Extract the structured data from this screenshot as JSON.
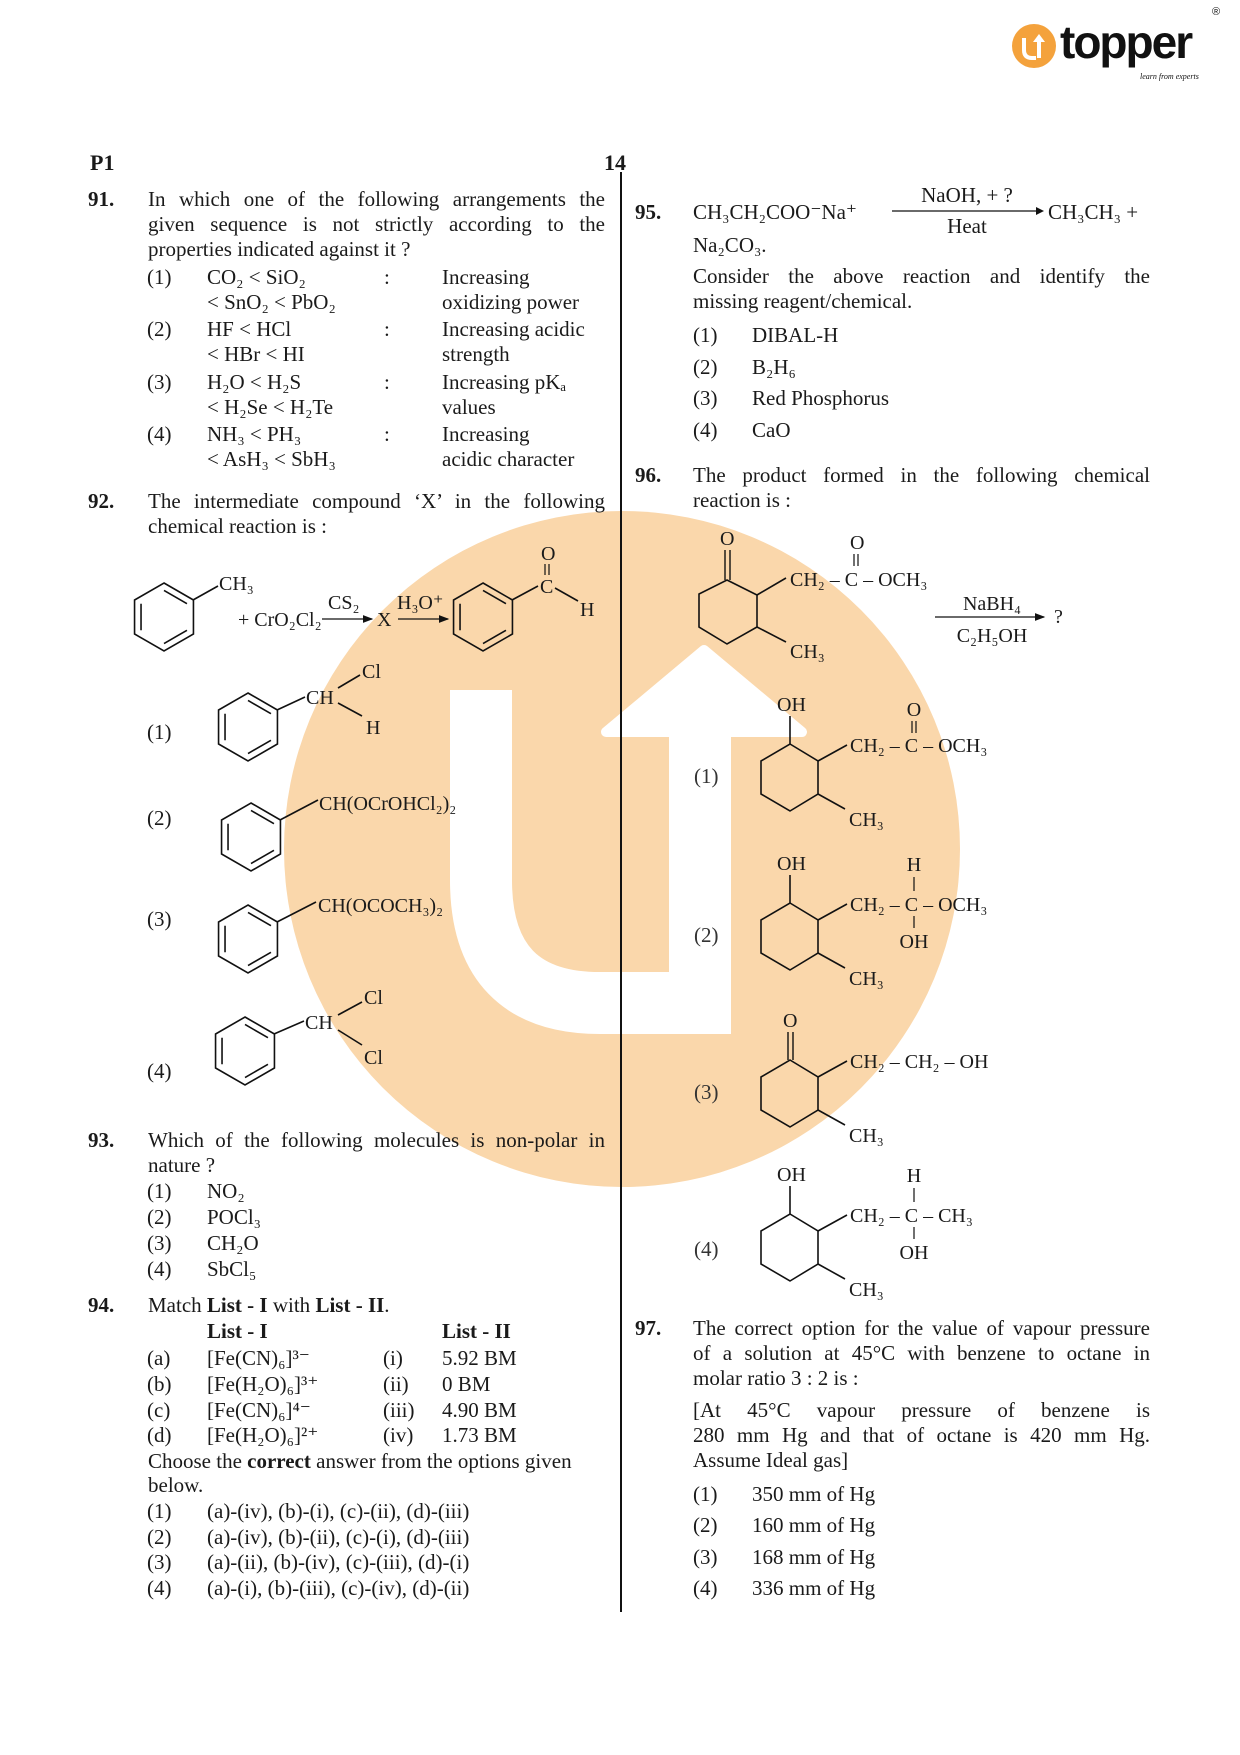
{
  "header": {
    "code": "P1",
    "page": "14"
  },
  "logo": {
    "brand": "topper",
    "tagline": "learn from experts",
    "registered": "®",
    "accent": "#f4a23c"
  },
  "watermark_color": "#fad7ab",
  "q91": {
    "number": "91.",
    "lines": [
      "In which one of the following arrangements the",
      "given sequence is not strictly according to the",
      "properties indicated against it ?"
    ],
    "options": [
      {
        "label": "(1)",
        "formula": [
          "CO₂ < SiO₂",
          "< SnO₂ < PbO₂"
        ],
        "property": [
          "Increasing",
          "oxidizing power"
        ]
      },
      {
        "label": "(2)",
        "formula": [
          "HF < HCl",
          "< HBr < HI"
        ],
        "property": [
          "Increasing acidic",
          "strength"
        ]
      },
      {
        "label": "(3)",
        "formula": [
          "H₂O < H₂S",
          " < H₂Se < H₂Te"
        ],
        "property": [
          "Increasing pKₐ",
          "values"
        ]
      },
      {
        "label": "(4)",
        "formula": [
          "NH₃ < PH₃",
          "< AsH₃ < SbH₃"
        ],
        "property": [
          "Increasing",
          "acidic character"
        ]
      }
    ],
    "colon": ":"
  },
  "q92": {
    "number": "92.",
    "lines": [
      "The intermediate compound ‘X’ in the following",
      "chemical reaction is :"
    ],
    "reaction": {
      "substituent": "CH₃",
      "reagent": "+ CrO₂Cl₂",
      "condition1": "CS₂",
      "intermediate": "X",
      "condition2": "H₃O⁺",
      "product_o": "O",
      "product_c": "C",
      "product_h": "H"
    },
    "options": [
      {
        "label": "(1)",
        "ch": "CH",
        "top": "Cl",
        "bottom": "H"
      },
      {
        "label": "(2)",
        "group": "CH(OCrOHCl₂)₂"
      },
      {
        "label": "(3)",
        "group": "CH(OCOCH₃)₂"
      },
      {
        "label": "(4)",
        "ch": "CH",
        "top": "Cl",
        "bottom": "Cl"
      }
    ]
  },
  "q93": {
    "number": "93.",
    "lines": [
      "Which of the following molecules is non-polar in",
      "nature ?"
    ],
    "options": [
      {
        "label": "(1)",
        "text": "NO₂"
      },
      {
        "label": "(2)",
        "text": "POCl₃"
      },
      {
        "label": "(3)",
        "text": "CH₂O"
      },
      {
        "label": "(4)",
        "text": "SbCl₅"
      }
    ]
  },
  "q94": {
    "number": "94.",
    "intro_pre": "Match ",
    "intro_list1": "List - I",
    "intro_mid": " with ",
    "intro_list2": "List - II",
    "intro_end": ".",
    "list1_head": "List - I",
    "list2_head": "List - II",
    "rows": [
      {
        "l1": "(a)",
        "v1": "[Fe(CN)₆]³⁻",
        "l2": "(i)",
        "v2": "5.92 BM"
      },
      {
        "l1": "(b)",
        "v1": "[Fe(H₂O)₆]³⁺",
        "l2": "(ii)",
        "v2": "0 BM"
      },
      {
        "l1": "(c)",
        "v1": "[Fe(CN)₆]⁴⁻",
        "l2": "(iii)",
        "v2": "4.90 BM"
      },
      {
        "l1": "(d)",
        "v1": "[Fe(H₂O)₆]²⁺",
        "l2": "(iv)",
        "v2": "1.73 BM"
      }
    ],
    "choose_pre": "Choose the ",
    "choose_bold": "correct",
    "choose_post": " answer from the  options given",
    "choose_line2": "below.",
    "options": [
      {
        "label": "(1)",
        "text": "(a)-(iv), (b)-(i), (c)-(ii), (d)-(iii)"
      },
      {
        "label": "(2)",
        "text": "(a)-(iv), (b)-(ii), (c)-(i), (d)-(iii)"
      },
      {
        "label": "(3)",
        "text": "(a)-(ii), (b)-(iv), (c)-(iii), (d)-(i)"
      },
      {
        "label": "(4)",
        "text": "(a)-(i), (b)-(iii), (c)-(iv), (d)-(ii)"
      }
    ]
  },
  "q95": {
    "number": "95.",
    "reactant": "CH₃CH₂COO⁻Na⁺",
    "above_arrow": "NaOH, + ?",
    "below_arrow": "Heat",
    "product": "CH₃CH₃ +",
    "product2": "Na₂CO₃.",
    "lines": [
      "Consider the above reaction and identify the",
      "missing reagent/chemical."
    ],
    "options": [
      {
        "label": "(1)",
        "text": "DIBAL-H"
      },
      {
        "label": "(2)",
        "text": "B₂H₆"
      },
      {
        "label": "(3)",
        "text": "Red Phosphorus"
      },
      {
        "label": "(4)",
        "text": "CaO"
      }
    ]
  },
  "q96": {
    "number": "96.",
    "lines": [
      "The product formed in the following chemical",
      "reaction is :"
    ],
    "reactant": {
      "ketone_o": "O",
      "chain": "CH₂ – C – OCH₃",
      "carbonyl_o": "O",
      "methyl": "CH₃"
    },
    "reagent_top": "NaBH₄",
    "reagent_bottom": "C₂H₅OH",
    "result": "?",
    "options": [
      {
        "label": "(1)",
        "ring_group": "OH",
        "chain": "CH₂ – C – OCH₃",
        "above": "O",
        "methyl": "CH₃"
      },
      {
        "label": "(2)",
        "ring_group": "OH",
        "chain": "CH₂ – C – OCH₃",
        "above": "H",
        "below": "OH",
        "methyl": "CH₃"
      },
      {
        "label": "(3)",
        "ring_group": "O",
        "chain": "CH₂ – CH₂ – OH",
        "methyl": "CH₃"
      },
      {
        "label": "(4)",
        "ring_group": "OH",
        "chain": "CH₂ – C – CH₃",
        "above": "H",
        "below": "OH",
        "methyl": "CH₃"
      }
    ]
  },
  "q97": {
    "number": "97.",
    "lines": [
      "The correct option for the value of vapour pressure",
      "of a solution at 45°C with benzene to octane in",
      "molar ratio 3 : 2 is :"
    ],
    "note": [
      "[At 45°C vapour pressure of benzene is",
      "280 mm Hg and that of octane is 420 mm Hg.",
      "Assume Ideal gas]"
    ],
    "options": [
      {
        "label": "(1)",
        "text": "350 mm of Hg"
      },
      {
        "label": "(2)",
        "text": "160 mm of Hg"
      },
      {
        "label": "(3)",
        "text": "168 mm of Hg"
      },
      {
        "label": "(4)",
        "text": "336 mm of Hg"
      }
    ]
  }
}
